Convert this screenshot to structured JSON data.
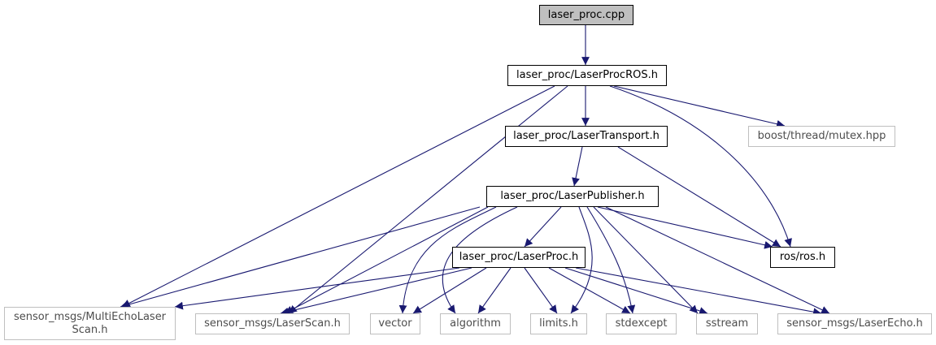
{
  "diagram": {
    "edge_color": "#191970",
    "nodes": [
      {
        "id": "laser_proc_cpp",
        "label": "laser_proc.cpp",
        "style": "root"
      },
      {
        "id": "laser_proc_ros",
        "label": "laser_proc/LaserProcROS.h",
        "style": "solid"
      },
      {
        "id": "laser_transport",
        "label": "laser_proc/LaserTransport.h",
        "style": "solid"
      },
      {
        "id": "boost_mutex",
        "label": "boost/thread/mutex.hpp",
        "style": "grey"
      },
      {
        "id": "laser_publisher",
        "label": "laser_proc/LaserPublisher.h",
        "style": "solid"
      },
      {
        "id": "laser_proc_h",
        "label": "laser_proc/LaserProc.h",
        "style": "solid"
      },
      {
        "id": "ros_h",
        "label": "ros/ros.h",
        "style": "solid"
      },
      {
        "id": "multi_echo",
        "label": "sensor_msgs/MultiEchoLaser\nScan.h",
        "style": "grey"
      },
      {
        "id": "laser_scan",
        "label": "sensor_msgs/LaserScan.h",
        "style": "grey"
      },
      {
        "id": "vector",
        "label": "vector",
        "style": "grey"
      },
      {
        "id": "algorithm",
        "label": "algorithm",
        "style": "grey"
      },
      {
        "id": "limits",
        "label": "limits.h",
        "style": "grey"
      },
      {
        "id": "stdexcept",
        "label": "stdexcept",
        "style": "grey"
      },
      {
        "id": "sstream",
        "label": "sstream",
        "style": "grey"
      },
      {
        "id": "laser_echo",
        "label": "sensor_msgs/LaserEcho.h",
        "style": "grey"
      }
    ],
    "edges": [
      [
        "laser_proc_cpp",
        "laser_proc_ros"
      ],
      [
        "laser_proc_ros",
        "laser_transport"
      ],
      [
        "laser_proc_ros",
        "boost_mutex"
      ],
      [
        "laser_proc_ros",
        "ros_h"
      ],
      [
        "laser_proc_ros",
        "multi_echo"
      ],
      [
        "laser_proc_ros",
        "laser_scan"
      ],
      [
        "laser_transport",
        "laser_publisher"
      ],
      [
        "laser_transport",
        "ros_h"
      ],
      [
        "laser_publisher",
        "laser_proc_h"
      ],
      [
        "laser_publisher",
        "ros_h"
      ],
      [
        "laser_publisher",
        "multi_echo"
      ],
      [
        "laser_publisher",
        "laser_scan"
      ],
      [
        "laser_publisher",
        "vector"
      ],
      [
        "laser_publisher",
        "algorithm"
      ],
      [
        "laser_publisher",
        "limits"
      ],
      [
        "laser_publisher",
        "stdexcept"
      ],
      [
        "laser_publisher",
        "sstream"
      ],
      [
        "laser_publisher",
        "laser_echo"
      ],
      [
        "laser_proc_h",
        "multi_echo"
      ],
      [
        "laser_proc_h",
        "laser_scan"
      ],
      [
        "laser_proc_h",
        "vector"
      ],
      [
        "laser_proc_h",
        "algorithm"
      ],
      [
        "laser_proc_h",
        "limits"
      ],
      [
        "laser_proc_h",
        "stdexcept"
      ],
      [
        "laser_proc_h",
        "sstream"
      ],
      [
        "laser_proc_h",
        "laser_echo"
      ]
    ]
  }
}
